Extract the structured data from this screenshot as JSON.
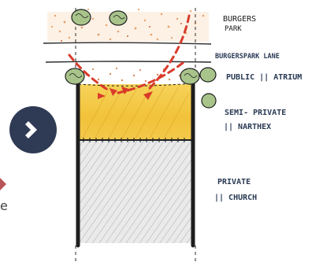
{
  "labels": {
    "park_line1": "BURGERS",
    "park_line2": "PARK",
    "lane": "BURGERSPARK LANE",
    "public": "PUBLIC || ATRIUM",
    "semi_line1": "SEMI- PRIVATE",
    "semi_line2": "|| NARTHEX",
    "private_line1": "PRIVATE",
    "private_line2": "|| CHURCH"
  },
  "left_edge_text": "e",
  "icons": {
    "next": "chevron-right-icon",
    "tree": "tree-icon"
  },
  "colors": {
    "accent_red": "#d93b2b",
    "nav_button": "#2f3b55",
    "semi_private_yellow": "#f2c23a",
    "park_dots": "#e9a36c",
    "private_gray": "#d6d6d6",
    "wall": "#1e1e1e"
  }
}
